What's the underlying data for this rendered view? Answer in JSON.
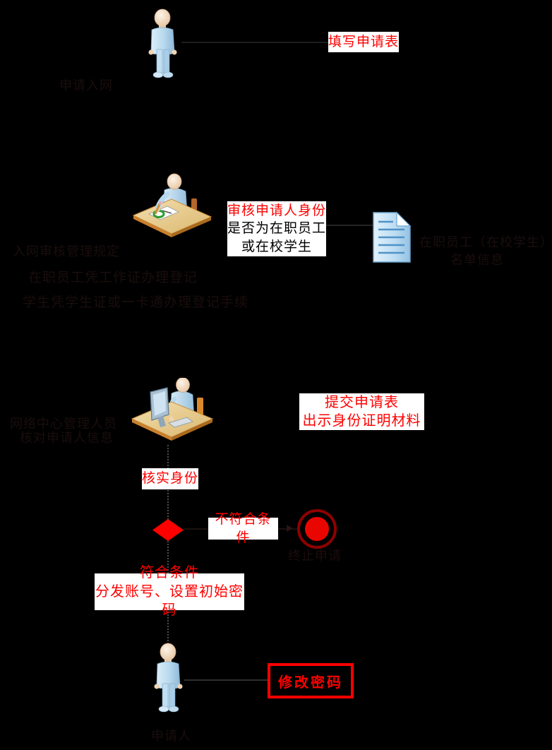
{
  "diagram": {
    "background": "#000000",
    "accent_red": "#ff0000",
    "label_box_bg": "#ffffff",
    "labels": {
      "fill_form": "填写申请表",
      "review_line1": "审核申请人身份",
      "review_line2": "是否为在职员工",
      "review_line3": "或在校学生",
      "submit_line1": "提交申请表",
      "submit_line2": "出示身份证明材料",
      "verify_identity": "核实身份",
      "not_qualified": "不符合条件",
      "qualified_line1": "符合条件",
      "qualified_line2": "分发账号、设置初始密码",
      "change_password": "修改密码"
    },
    "faint_notes": {
      "top_caption": "申请入网",
      "policy_line1": "入网审核管理规定",
      "policy_line2": "在职员工凭工作证办理登记",
      "policy_line3": "学生凭学生证或一卡通办理登记手续",
      "doc_line1": "在职员工（在校学生）",
      "doc_line2": "名单信息",
      "staff_line1": "网络中心管理人员",
      "staff_line2": "核对申请人信息",
      "terminate": "终止申请",
      "bottom_caption": "申请人"
    },
    "icons": {
      "applicant_top": "standing-person-icon",
      "reviewer": "person-writing-at-desk-icon",
      "verifier": "person-at-computer-desk-icon",
      "document": "document-icon",
      "decision": "decision-diamond",
      "final": "final-node",
      "applicant_bottom": "standing-person-icon"
    }
  }
}
